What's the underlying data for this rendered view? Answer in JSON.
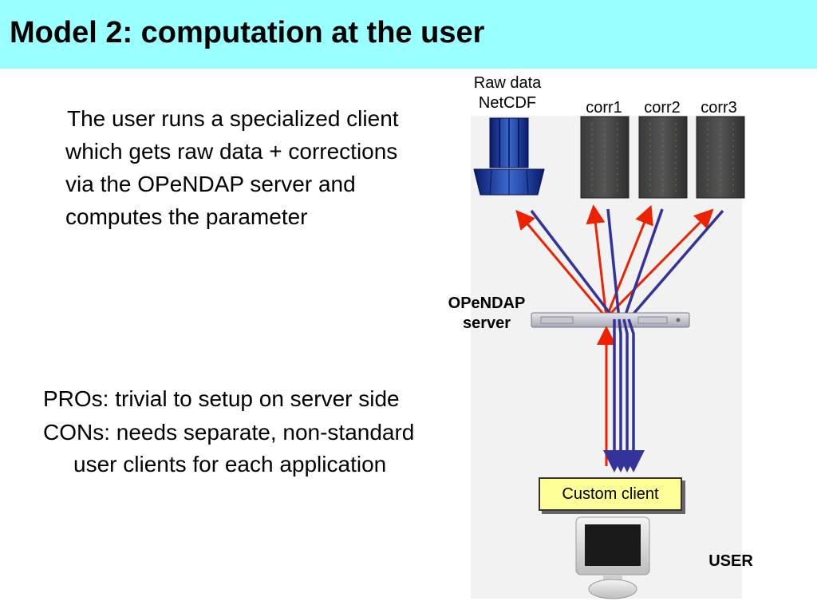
{
  "title": "Model 2: computation at the user",
  "intro_text": "The user runs a specialized client which gets raw data + corrections via the OPeNDAP server and computes the parameter",
  "pros": "PROs: trivial to setup on server side",
  "cons": "CONs: needs separate, non-standard user clients for each application",
  "diagram": {
    "raw_data_label_1": "Raw data",
    "raw_data_label_2": "NetCDF",
    "corr1": "corr1",
    "corr2": "corr2",
    "corr3": "corr3",
    "server_label_1": "OPeNDAP",
    "server_label_2": "server",
    "custom_client": "Custom client",
    "user_label": "USER",
    "colors": {
      "request": "#ee2200",
      "response": "#333399",
      "highlight": "#ffff99"
    }
  }
}
